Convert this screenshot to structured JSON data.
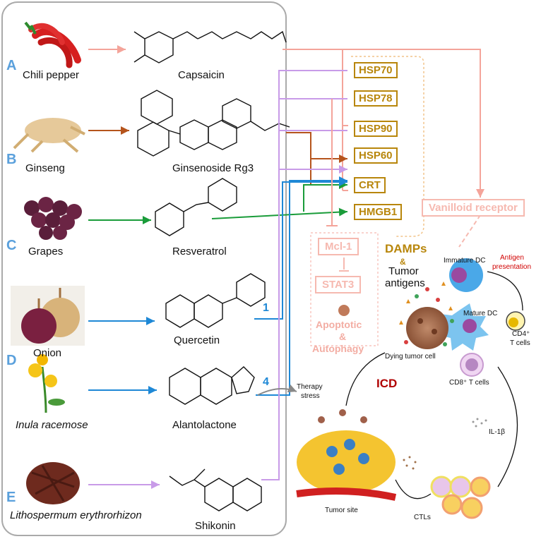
{
  "rows": [
    {
      "letter": "A",
      "plant": "Chili pepper",
      "compound": "Capsaicin",
      "color": "#f4a49a"
    },
    {
      "letter": "B",
      "plant": "Ginseng",
      "compound": "Ginsenoside Rg3",
      "color": "#b5541c"
    },
    {
      "letter": "C",
      "plant": "Grapes",
      "compound": "Resveratrol",
      "color": "#1a9c3a"
    },
    {
      "letter": "D",
      "plant": "Onion",
      "compound": "Quercetin",
      "color": "#1e88d6"
    },
    {
      "letter": "",
      "plant": "Inula racemose",
      "compound": "Alantolactone",
      "color": "#1e88d6"
    },
    {
      "letter": "E",
      "plant": "Lithospermum erythrorhizon",
      "compound": "Shikonin",
      "color": "#c89be8"
    }
  ],
  "damps": [
    "HSP70",
    "HSP78",
    "HSP90",
    "HSP60",
    "CRT",
    "HMGB1"
  ],
  "pathway": {
    "receptor": "Vanilloid receptor",
    "mcl1": "Mcl-1",
    "stat3": "STAT3",
    "outcome_line1": "Apoptotic",
    "outcome_amp": "&",
    "outcome_line2": "Autophagy"
  },
  "damps_label": {
    "title": "DAMPs",
    "amp": "&",
    "line1": "Tumor",
    "line2": "antigens"
  },
  "numbers": {
    "one": "1",
    "four": "4"
  },
  "labels": {
    "therapy_line1": "Therapy",
    "therapy_line2": "stress",
    "icd": "ICD",
    "dying": "Dying tumor cell",
    "tumor_site": "Tumor site",
    "immature_dc": "Immature DC",
    "antigen_line1": "Antigen",
    "antigen_line2": "presentation",
    "mature_dc": "Mature DC",
    "cd4_line1": "CD4⁺",
    "cd4_line2": "T cells",
    "cd8": "CD8⁺ T cells",
    "il1b": "IL-1β",
    "ctls": "CTLs"
  },
  "colors": {
    "gold": "#b8860b",
    "pink": "#f6b9b0",
    "letter": "#5aa0dc",
    "icd": "#b00000"
  }
}
